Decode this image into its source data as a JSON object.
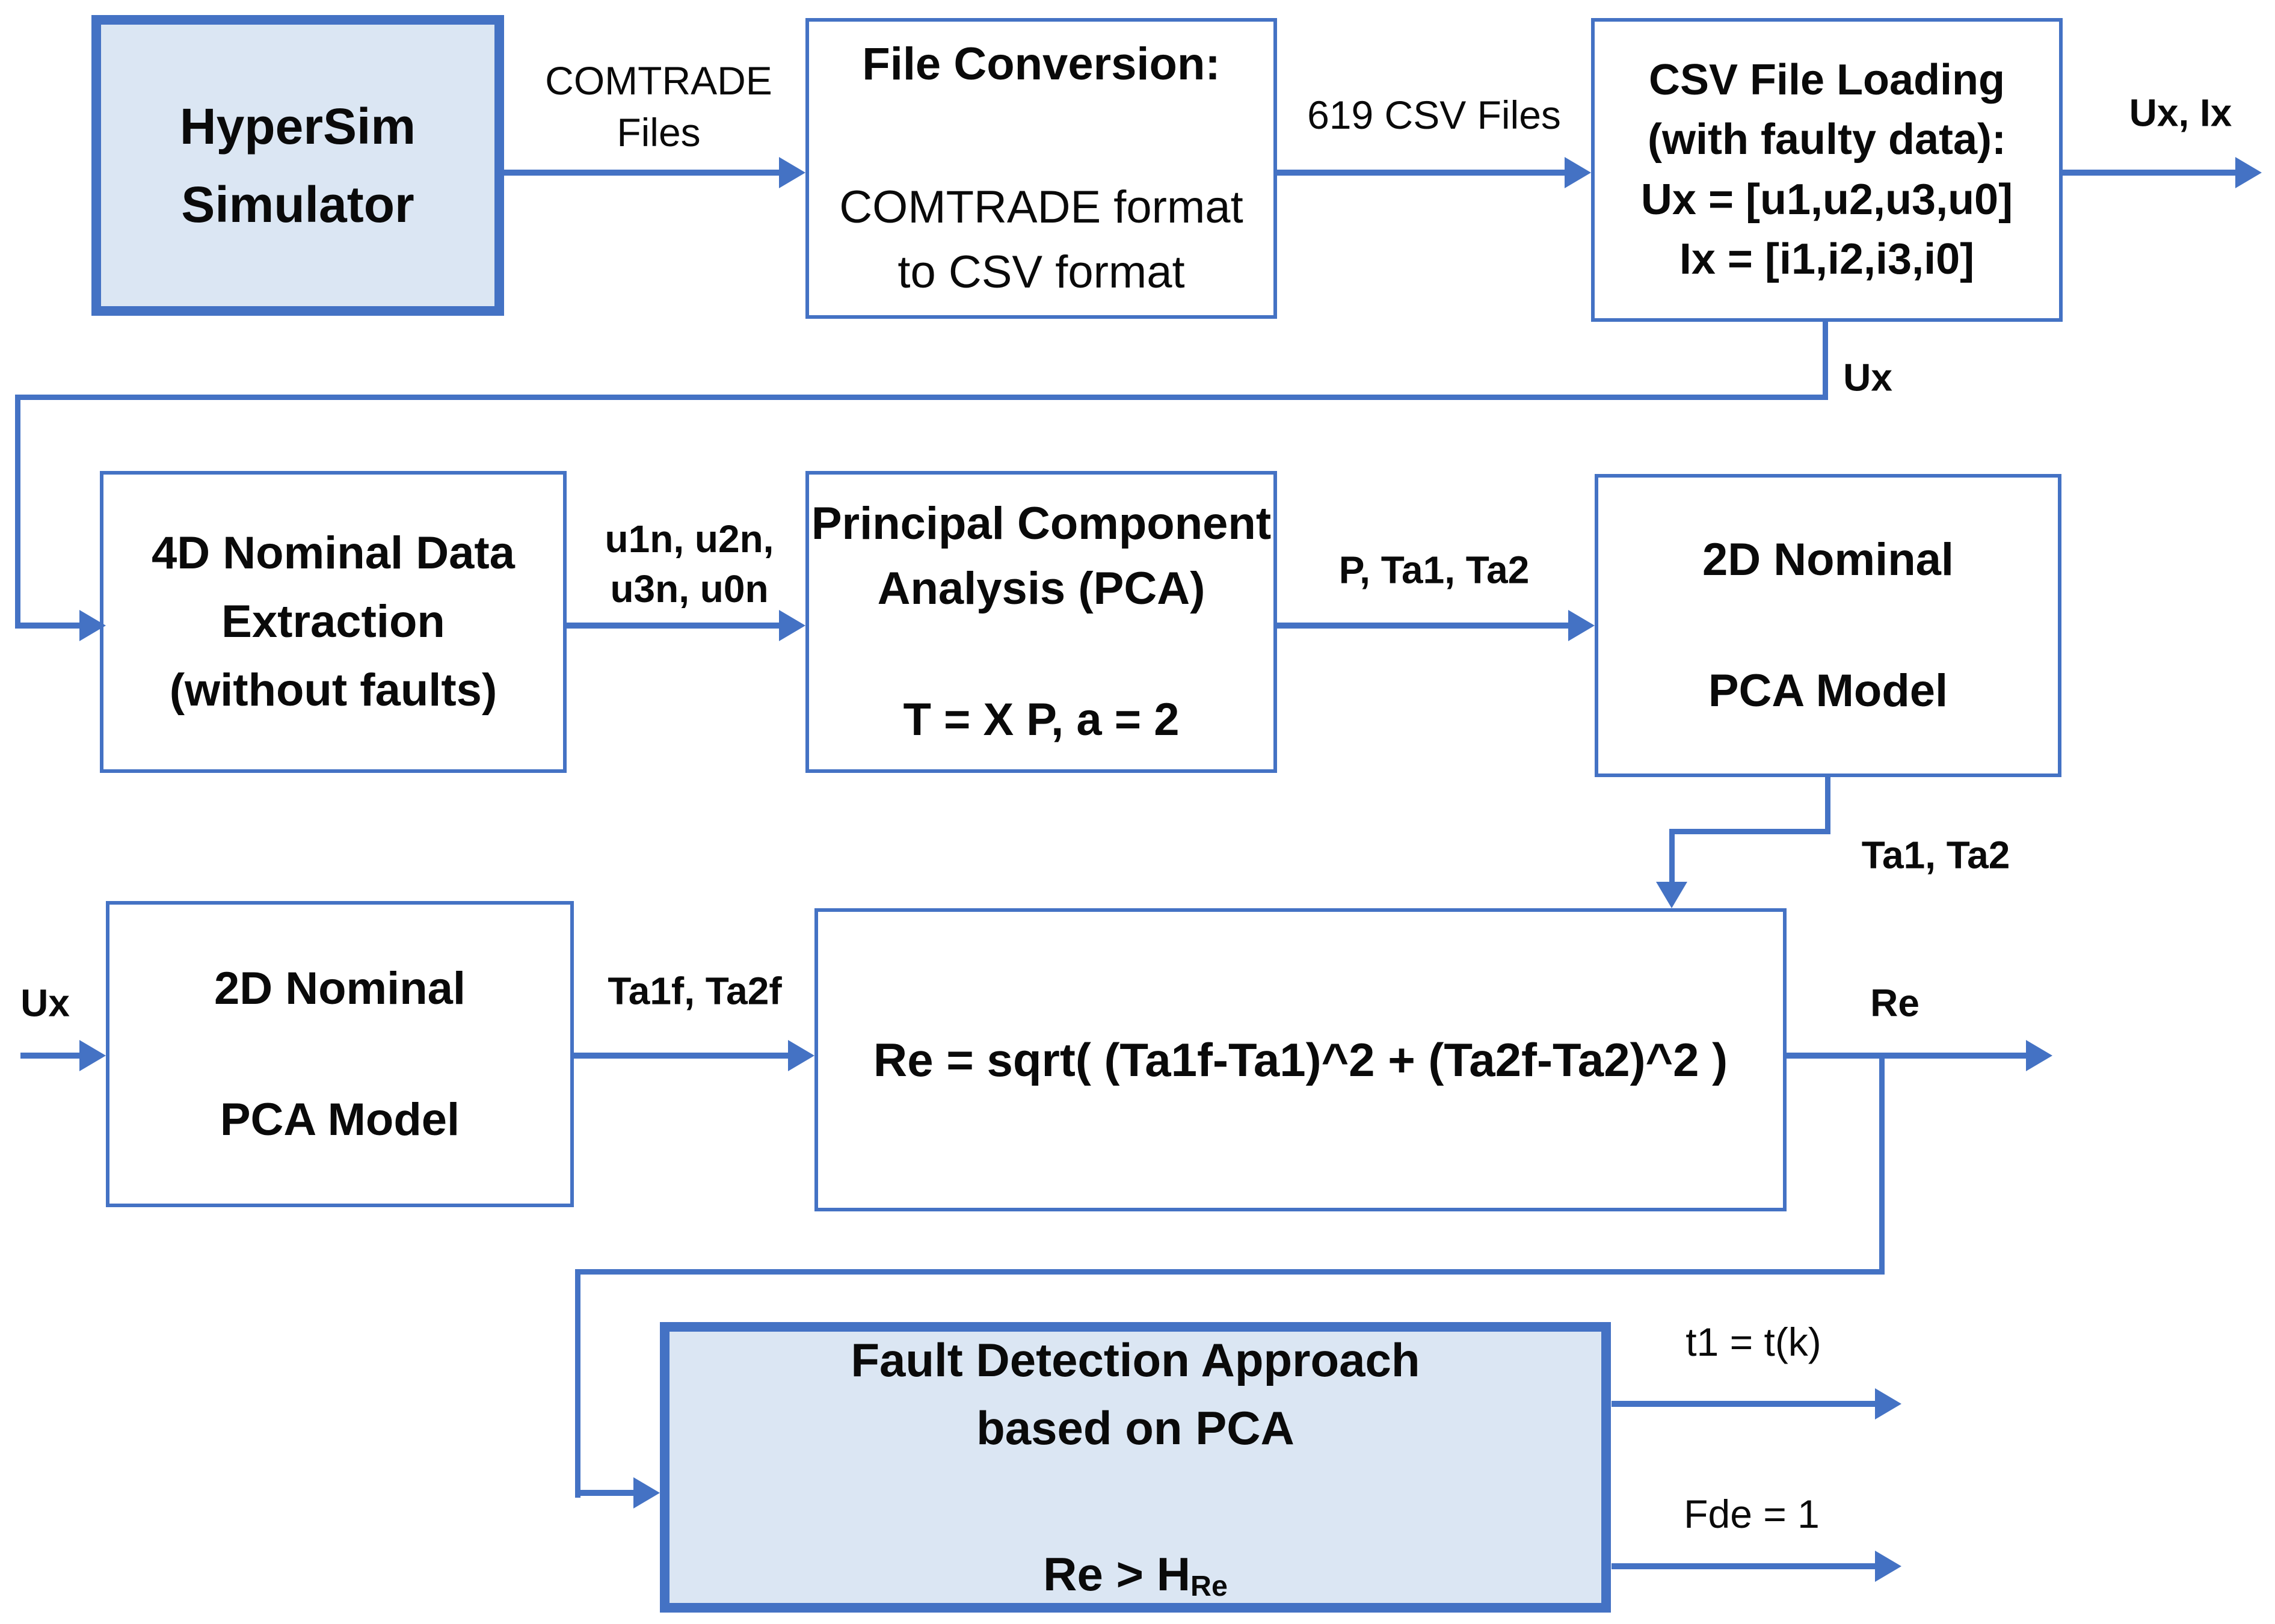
{
  "colors": {
    "line": "#4472C4",
    "border": "#4472C4",
    "box_fill": "#DBE6F3",
    "background": "#FFFFFF",
    "text": "#0A0A0A"
  },
  "boxes": {
    "hypersim": {
      "line1": "HyperSim",
      "line2": "Simulator"
    },
    "file_conversion": {
      "title": "File Conversion:",
      "body1": "COMTRADE format",
      "body2": "to CSV format"
    },
    "csv_loading": {
      "line1": "CSV File Loading",
      "line2": "(with faulty data):",
      "line3": "Ux = [u1,u2,u3,u0]",
      "line4": "Ix = [i1,i2,i3,i0]"
    },
    "nominal4d": {
      "line1": "4D Nominal Data",
      "line2": "Extraction",
      "line3": "(without faults)"
    },
    "pca": {
      "line1": "Principal Component",
      "line2": "Analysis (PCA)",
      "formula": "T = X P, a = 2"
    },
    "nominal2d_right": {
      "line1": "2D Nominal",
      "line2": "PCA Model"
    },
    "nominal2d_left": {
      "line1": "2D Nominal",
      "line2": "PCA Model"
    },
    "residual": {
      "formula": "Re = sqrt( (Ta1f-Ta1)^2 + (Ta2f-Ta2)^2 )"
    },
    "fault_detection": {
      "line1": "Fault Detection Approach",
      "line2": "based on PCA",
      "formula_base": "Re > H",
      "formula_sub": "Re"
    }
  },
  "labels": {
    "comtrade_line1": "COMTRADE",
    "comtrade_line2": "Files",
    "csv_files": "619 CSV Files",
    "ux_ix": "Ux, Ix",
    "ux_feedback": "Ux",
    "u_nominal_line1": "u1n, u2n,",
    "u_nominal_line2": "u3n, u0n",
    "p_ta1_ta2": "P, Ta1, Ta2",
    "ta1_ta2": "Ta1, Ta2",
    "ux_input": "Ux",
    "ta1f_ta2f": "Ta1f, Ta2f",
    "re": "Re",
    "t1": "t1 = t(k)",
    "fde": "Fde = 1"
  }
}
